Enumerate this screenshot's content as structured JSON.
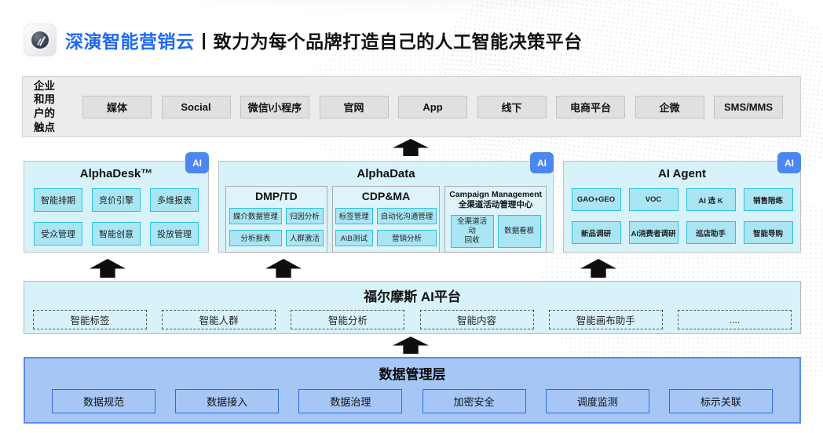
{
  "header": {
    "brand": "深演智能营销云",
    "divider": "|",
    "tagline": "致力为每个品牌打造自己的人工智能决策平台"
  },
  "touchpoints": {
    "label": "企业\n和用\n户的\n触点",
    "items": [
      "媒体",
      "Social",
      "微信\\小程序",
      "官网",
      "App",
      "线下",
      "电商平台",
      "企微",
      "SMS/MMS"
    ]
  },
  "panels": [
    {
      "title": "AlphaDesk™",
      "badge": "AI",
      "items": [
        "智能排期",
        "竞价引擎",
        "多维报表",
        "受众管理",
        "智能创意",
        "投放管理"
      ]
    },
    {
      "title": "AlphaData",
      "badge": "AI",
      "sections": [
        {
          "title": "DMP/TD",
          "items": [
            "媒介数据管理",
            "归因分析",
            "分析报表",
            "人群激活"
          ]
        },
        {
          "title": "CDP&MA",
          "items": [
            "标签管理",
            "自动化沟通管理",
            "A\\B测试",
            "营销分析"
          ]
        },
        {
          "title": "Campaign Management\n全渠道活动管理中心",
          "items": [
            "全渠道活动\n回收",
            "数据看板"
          ]
        }
      ]
    },
    {
      "title": "AI Agent",
      "badge": "AI",
      "items": [
        "GAO+GEO",
        "VOC",
        "AI 选 K",
        "销售陪练",
        "新品调研",
        "AI消费者调研",
        "巡店助手",
        "智能导购"
      ]
    }
  ],
  "ai_platform": {
    "title": "福尔摩斯 AI平台",
    "items": [
      "智能标签",
      "智能人群",
      "智能分析",
      "智能内容",
      "智能画布助手",
      "...."
    ]
  },
  "data_layer": {
    "title": "数据管理层",
    "items": [
      "数据规范",
      "数据接入",
      "数据治理",
      "加密安全",
      "调度监测",
      "标示关联"
    ]
  },
  "colors": {
    "brand_blue": "#1e6af2",
    "badge_blue": "#4c86f0",
    "panel_cyan_bg": "#d7f2f9",
    "cyan_box_fill": "#a9e5f3",
    "cyan_box_border": "#2fc0df",
    "touchbar_gray": "#ececec",
    "data_layer_bg": "#a6c7f6",
    "data_layer_border": "#2a6ce4",
    "arrow_black": "#0e0e0e"
  }
}
